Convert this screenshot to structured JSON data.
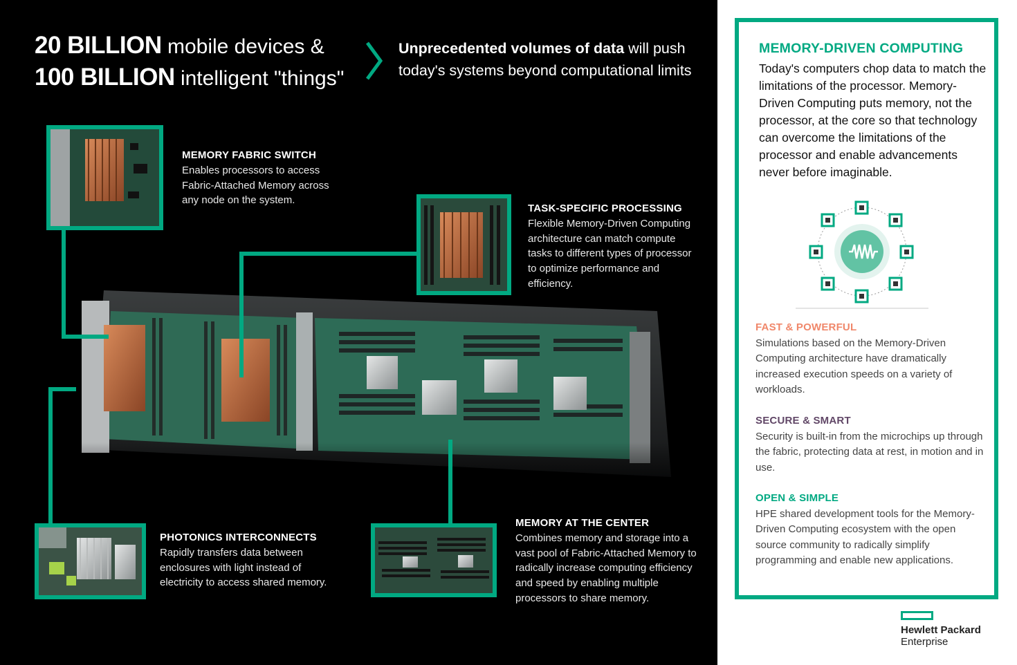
{
  "headline": {
    "line1_bold": "20 BILLION",
    "line1_rest": " mobile devices &",
    "line2_bold": "100 BILLION",
    "line2_rest": " intelligent \"things\""
  },
  "subhead": {
    "bold": "Unprecedented volumes of data",
    "rest": " will push today's systems beyond computational limits"
  },
  "callouts": {
    "fabric_switch": {
      "title": "MEMORY FABRIC SWITCH",
      "text": "Enables processors to access Fabric-Attached Memory across any node on the system."
    },
    "task_processing": {
      "title": "TASK-SPECIFIC PROCESSING",
      "text": "Flexible Memory-Driven Computing architecture can match compute tasks to different types of processor to optimize performance and efficiency."
    },
    "photonics": {
      "title": "PHOTONICS INTERCONNECTS",
      "text": "Rapidly transfers data between enclosures with light instead of electricity to access shared memory."
    },
    "memory_center": {
      "title": "MEMORY AT THE CENTER",
      "text": "Combines memory and storage into a vast pool of Fabric-Attached Memory to radically increase computing efficiency and speed by enabling multiple processors to share memory."
    }
  },
  "panel": {
    "title": "MEMORY-DRIVEN COMPUTING",
    "text": "Today's computers chop data to match the limitations of the processor. Memory-Driven Computing puts memory, not the processor, at the core so that technology can overcome the limitations of the processor and enable advancements never before imaginable.",
    "features": [
      {
        "title": "FAST & POWERFUL",
        "color": "#f0876a",
        "text": "Simulations based on the Memory-Driven Computing architecture have dramatically increased execution speeds on a variety of workloads."
      },
      {
        "title": "SECURE & SMART",
        "color": "#614767",
        "text": "Security is built-in from the microchips up through the fabric, protecting data at rest, in motion and in use."
      },
      {
        "title": "OPEN & SIMPLE",
        "color": "#01a982",
        "text": "HPE shared development tools for the Memory-Driven Computing ecosystem with the open source community to radically simplify programming and enable new applications."
      }
    ]
  },
  "logo": {
    "name": "Hewlett Packard",
    "sub": "Enterprise"
  },
  "colors": {
    "accent": "#01a982",
    "background": "#000000",
    "fast": "#f0876a",
    "secure": "#614767"
  }
}
